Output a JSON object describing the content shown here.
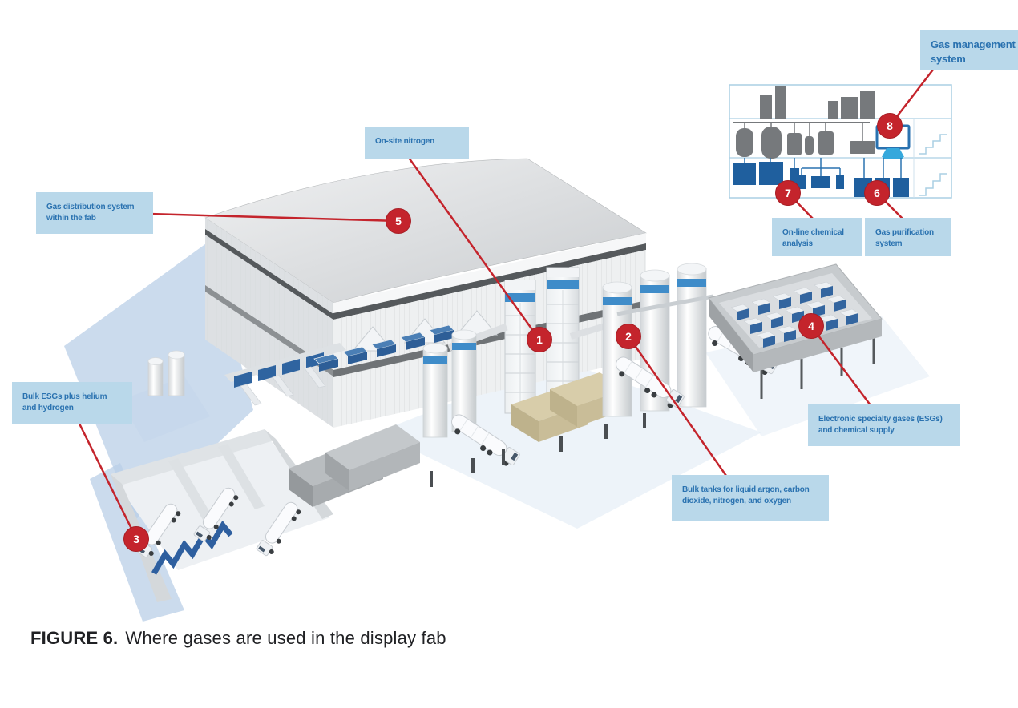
{
  "figure": {
    "caption_label": "FIGURE 6.",
    "caption_text": "Where gases are used in the display fab"
  },
  "callouts": [
    {
      "number": "1",
      "label": "On-site nitrogen"
    },
    {
      "number": "2",
      "label": "Bulk tanks for liquid argon, carbon\ndioxide, nitrogen, and oxygen"
    },
    {
      "number": "3",
      "label": "Bulk ESGs plus helium\nand hydrogen"
    },
    {
      "number": "4",
      "label": "Electronic specialty gases (ESGs)\nand chemical supply"
    },
    {
      "number": "5",
      "label": "Gas distribution system\nwithin the fab"
    },
    {
      "number": "6",
      "label": "Gas purification\nsystem"
    },
    {
      "number": "7",
      "label": "On-line chemical\nanalysis"
    },
    {
      "number": "8",
      "label": "Gas management\nsystem"
    }
  ],
  "colors": {
    "callout_red": "#c4242c",
    "label_background": "#b9d8ea",
    "label_text": "#2a72b0",
    "inset_blue": "#1f5f9e",
    "inset_gray": "#76797c",
    "monitor_blue": "#2a72b0",
    "shadow_blue": "#b9cfe7",
    "caption_text": "#202124"
  }
}
